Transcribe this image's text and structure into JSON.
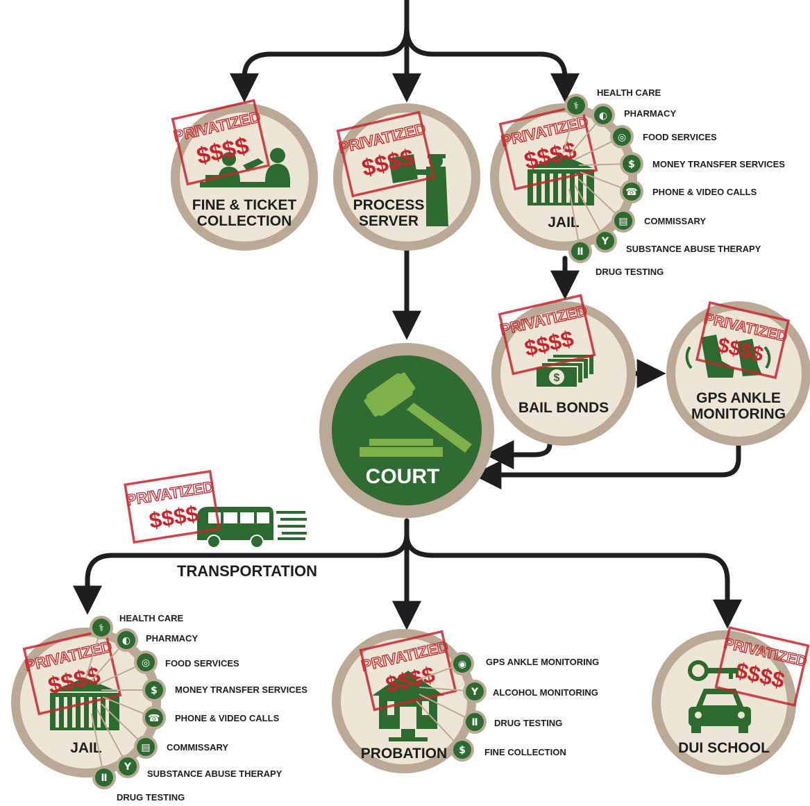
{
  "colors": {
    "ring": "#b9a995",
    "disc": "#ede6d6",
    "green": "#2d6a2f",
    "court_green": "#2f6b32",
    "court_light": "#7fb14a",
    "stamp_red": "#c8242c",
    "arrow": "#1e1e1e"
  },
  "stamp": {
    "word": "PRIVATIZED",
    "money": "$$$$"
  },
  "nodes": {
    "fine": {
      "line1": "FINE & TICKET",
      "line2": "COLLECTION",
      "icon": "clerk-desk-icon"
    },
    "process": {
      "line1": "PROCESS",
      "line2": "SERVER",
      "icon": "process-server-icon"
    },
    "jail_top": {
      "label": "JAIL",
      "icon": "jail-building-icon"
    },
    "bail": {
      "label": "BAIL BONDS",
      "icon": "cash-stack-icon"
    },
    "gps": {
      "line1": "GPS ANKLE",
      "line2": "MONITORING",
      "icon": "ankle-monitor-icon"
    },
    "court": {
      "label": "COURT",
      "icon": "gavel-icon"
    },
    "jail_bottom": {
      "label": "JAIL",
      "icon": "jail-building-icon"
    },
    "probation": {
      "label": "PROBATION",
      "icon": "probation-house-icon"
    },
    "dui": {
      "label": "DUI SCHOOL",
      "icon": "car-key-icon"
    }
  },
  "transportation": {
    "label": "TRANSPORTATION",
    "icon": "bus-icon"
  },
  "jail_services": [
    {
      "label": "HEALTH CARE",
      "icon": "stethoscope-icon"
    },
    {
      "label": "PHARMACY",
      "icon": "pill-icon"
    },
    {
      "label": "FOOD SERVICES",
      "icon": "plate-icon"
    },
    {
      "label": "MONEY TRANSFER SERVICES",
      "icon": "money-icon"
    },
    {
      "label": "PHONE & VIDEO CALLS",
      "icon": "phone-icon"
    },
    {
      "label": "COMMISSARY",
      "icon": "shopping-bag-icon"
    },
    {
      "label": "SUBSTANCE ABUSE THERAPY",
      "icon": "cocktail-icon"
    },
    {
      "label": "DRUG TESTING",
      "icon": "test-tubes-icon"
    }
  ],
  "probation_services": [
    {
      "label": "GPS ANKLE MONITORING",
      "icon": "ankle-monitor-icon"
    },
    {
      "label": "ALCOHOL MONITORING",
      "icon": "cocktail-icon"
    },
    {
      "label": "DRUG TESTING",
      "icon": "test-tubes-icon"
    },
    {
      "label": "FINE COLLECTION",
      "icon": "dollar-coin-icon"
    }
  ]
}
